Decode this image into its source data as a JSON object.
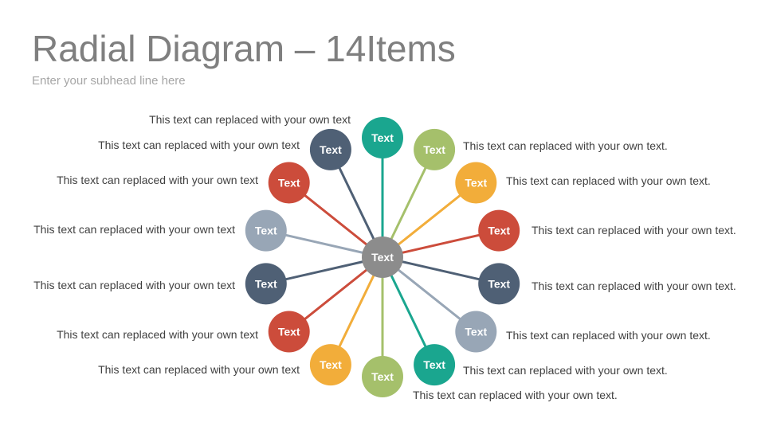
{
  "title": "Radial Diagram – 14Items",
  "subtitle": "Enter your subhead line here",
  "hub": {
    "label": "Text",
    "color": "#8c8c8c"
  },
  "colors": {
    "teal": "#1aa68f",
    "green": "#a5c06b",
    "yellow": "#f2ad3a",
    "red": "#cc4c3b",
    "navy": "#4f6075",
    "gray": "#98a6b6"
  },
  "items": [
    {
      "label": "Text",
      "color": "#1aa68f",
      "text": ""
    },
    {
      "label": "Text",
      "color": "#a5c06b",
      "text": "This text can replaced with your own text."
    },
    {
      "label": "Text",
      "color": "#f2ad3a",
      "text": "This text can replaced with your own text."
    },
    {
      "label": "Text",
      "color": "#cc4c3b",
      "text": "This text can replaced with your own text."
    },
    {
      "label": "Text",
      "color": "#4f6075",
      "text": "This text can replaced with your own text."
    },
    {
      "label": "Text",
      "color": "#98a6b6",
      "text": "This text can replaced with your own text."
    },
    {
      "label": "Text",
      "color": "#1aa68f",
      "text": "This text can replaced with your own text."
    },
    {
      "label": "Text",
      "color": "#a5c06b",
      "text": "This text can replaced with your own text."
    },
    {
      "label": "Text",
      "color": "#f2ad3a",
      "text": "This text can replaced with your own text"
    },
    {
      "label": "Text",
      "color": "#cc4c3b",
      "text": "This text can replaced with your own text"
    },
    {
      "label": "Text",
      "color": "#4f6075",
      "text": "This text can replaced with your own text"
    },
    {
      "label": "Text",
      "color": "#98a6b6",
      "text": "This text can replaced with your own text"
    },
    {
      "label": "Text",
      "color": "#cc4c3b",
      "text": "This text can replaced with your own text"
    },
    {
      "label": "Text",
      "color": "#4f6075",
      "text": "This text can replaced with your own text"
    }
  ],
  "top_note": "This text can replaced with your own text"
}
